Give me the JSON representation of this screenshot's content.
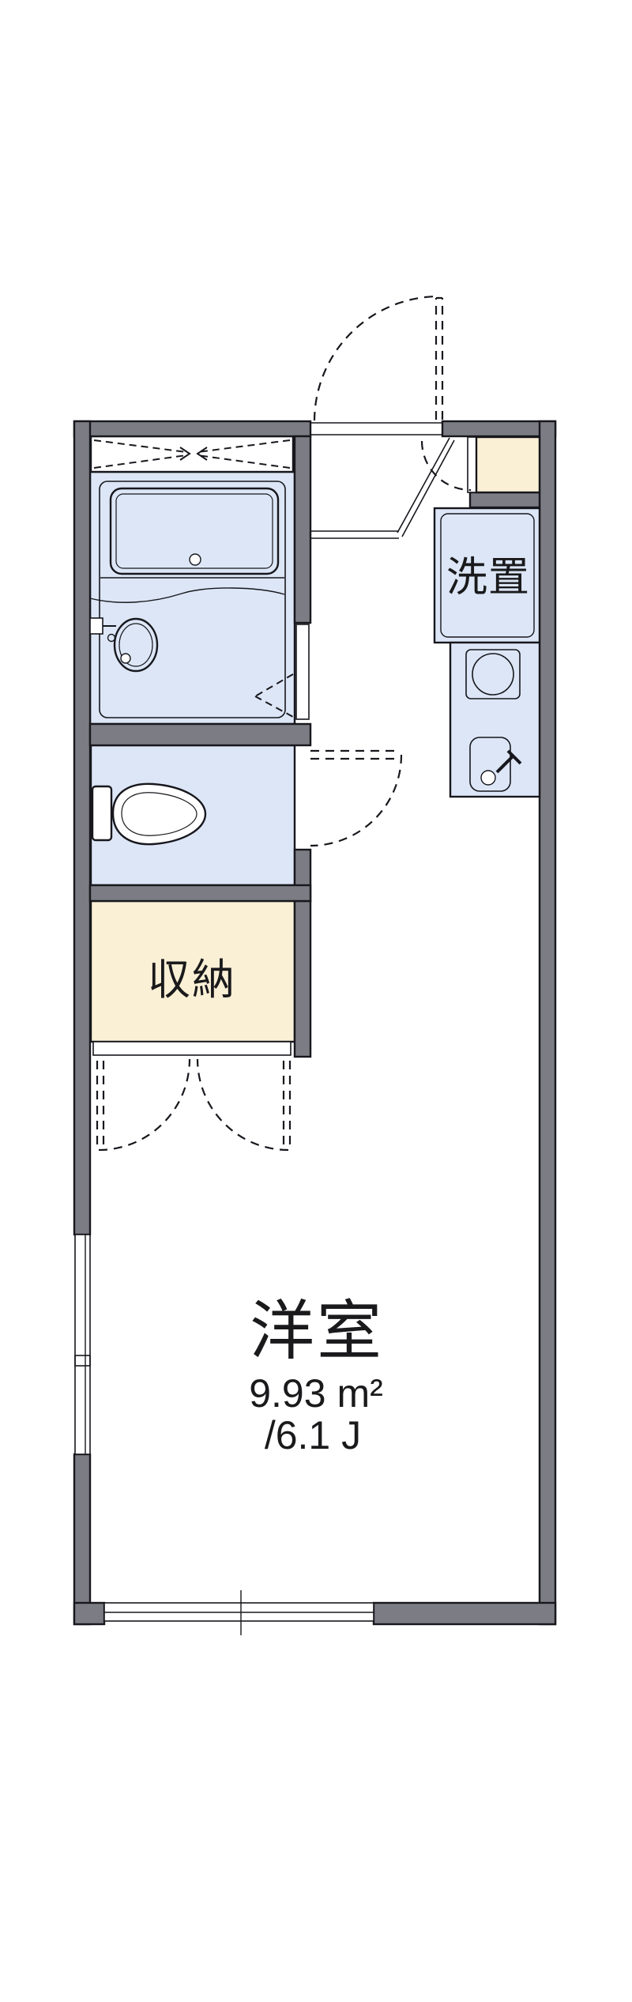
{
  "labels": {
    "main_room": "洋室",
    "main_room_area_sqm": "9.93 m²",
    "main_room_area_tatami": "/6.1 J",
    "closet": "収納",
    "laundry": "洗置"
  },
  "colors": {
    "wall": "#7c7c84",
    "room_blue": "#dce6f6",
    "cream": "#faf0d6",
    "line": "#17171d",
    "background": "#ffffff"
  }
}
